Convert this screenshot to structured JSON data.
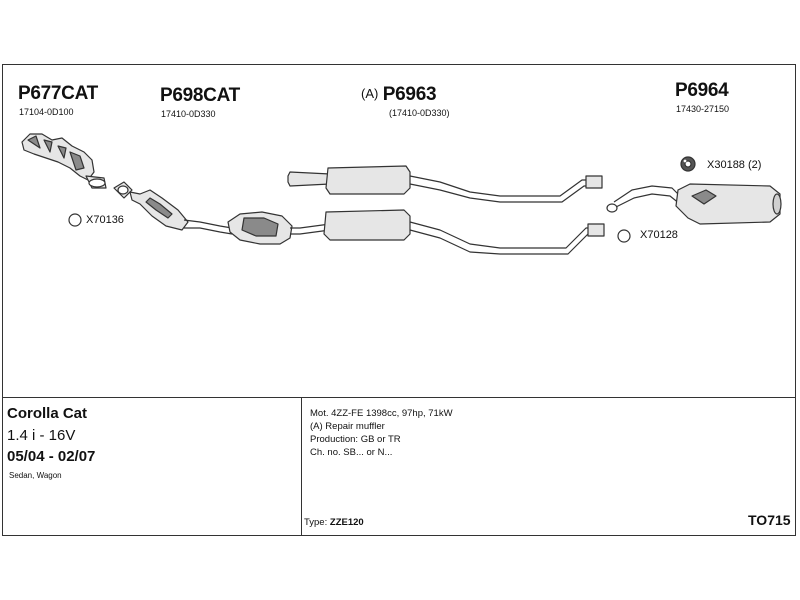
{
  "parts": [
    {
      "number": "P677CAT",
      "ref": "17104-0D100"
    },
    {
      "number": "P698CAT",
      "ref": "17410-0D330"
    },
    {
      "prefix": "(A)",
      "number": "P6963",
      "ref": "(17410-0D330)"
    },
    {
      "number": "P6964",
      "ref": "17430-27150"
    }
  ],
  "accessories": [
    {
      "number": "X70136"
    },
    {
      "number": "X30188 (2)"
    },
    {
      "number": "X70128"
    }
  ],
  "vehicle": {
    "model": "Corolla Cat",
    "engine": "1.4 i - 16V",
    "years": "05/04 - 02/07",
    "body": "Sedan, Wagon"
  },
  "specs": {
    "lines": [
      "Mot. 4ZZ-FE 1398cc, 97hp, 71kW",
      "(A) Repair muffler",
      "Production: GB or TR",
      "Ch. no. SB... or N..."
    ],
    "type_label": "Type:",
    "type_value": "ZZE120"
  },
  "diagram_code": "TO715",
  "colors": {
    "line": "#333333",
    "part_fill": "#e6e6e6",
    "part_dark": "#8a8a8a"
  }
}
